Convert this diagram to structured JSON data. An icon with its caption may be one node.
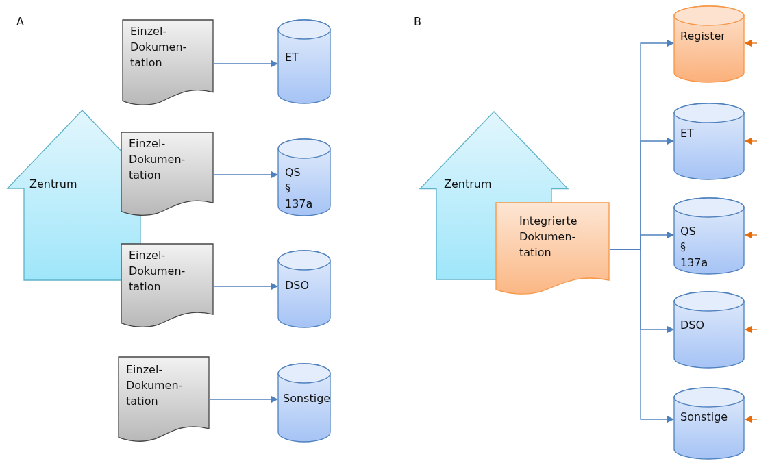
{
  "diagram": {
    "nodes": [
      {
        "text": [
          "Zentrum"
        ]
      },
      {
        "text": [
          "Einzel- Dokumen- tation"
        ]
      },
      {
        "text": [
          "Einzel- Dokumen- tation"
        ]
      },
      {
        "text": [
          "Einzel- Dokumen- tation"
        ]
      },
      {
        "text": [
          "Einzel- Dokumen- tation"
        ]
      },
      {
        "text": [
          "ET"
        ]
      },
      {
        "text": [
          "QS § 137a"
        ]
      },
      {
        "text": [
          "DSO"
        ]
      },
      {
        "text": [
          "Sonstige"
        ]
      },
      {
        "text": [
          "Zentrum"
        ]
      },
      {
        "text": [
          "Integrierte Dokumen- tation"
        ]
      },
      {
        "text": [
          "Register"
        ]
      },
      {
        "text": [
          "ET"
        ]
      },
      {
        "text": [
          "QS § 137a"
        ]
      },
      {
        "text": [
          "DSO"
        ]
      },
      {
        "text": [
          "Sonstige"
        ]
      }
    ],
    "edges": [
      {
        "from": 1,
        "to": 5,
        "arrow": "to"
      },
      {
        "from": 2,
        "to": 6,
        "arrow": "to"
      },
      {
        "from": 3,
        "to": 7,
        "arrow": "to"
      },
      {
        "from": 4,
        "to": 8,
        "arrow": "to"
      },
      {
        "from": 10,
        "to": 11,
        "arrow": "to"
      },
      {
        "from": 10,
        "to": 12,
        "arrow": "to"
      },
      {
        "from": 10,
        "to": 13,
        "arrow": "to"
      },
      {
        "from": 10,
        "to": 14,
        "arrow": "to"
      },
      {
        "from": 10,
        "to": 15,
        "arrow": "to"
      },
      {
        "from": null,
        "to": 11,
        "arrow": "to",
        "color": "#e46c0a"
      },
      {
        "from": null,
        "to": 12,
        "arrow": "to",
        "color": "#e46c0a"
      },
      {
        "from": null,
        "to": 13,
        "arrow": "to",
        "color": "#e46c0a"
      },
      {
        "from": null,
        "to": 14,
        "arrow": "to",
        "color": "#e46c0a"
      },
      {
        "from": null,
        "to": 15,
        "arrow": "to",
        "color": "#e46c0a"
      }
    ],
    "labels": [
      "A",
      "B"
    ]
  }
}
